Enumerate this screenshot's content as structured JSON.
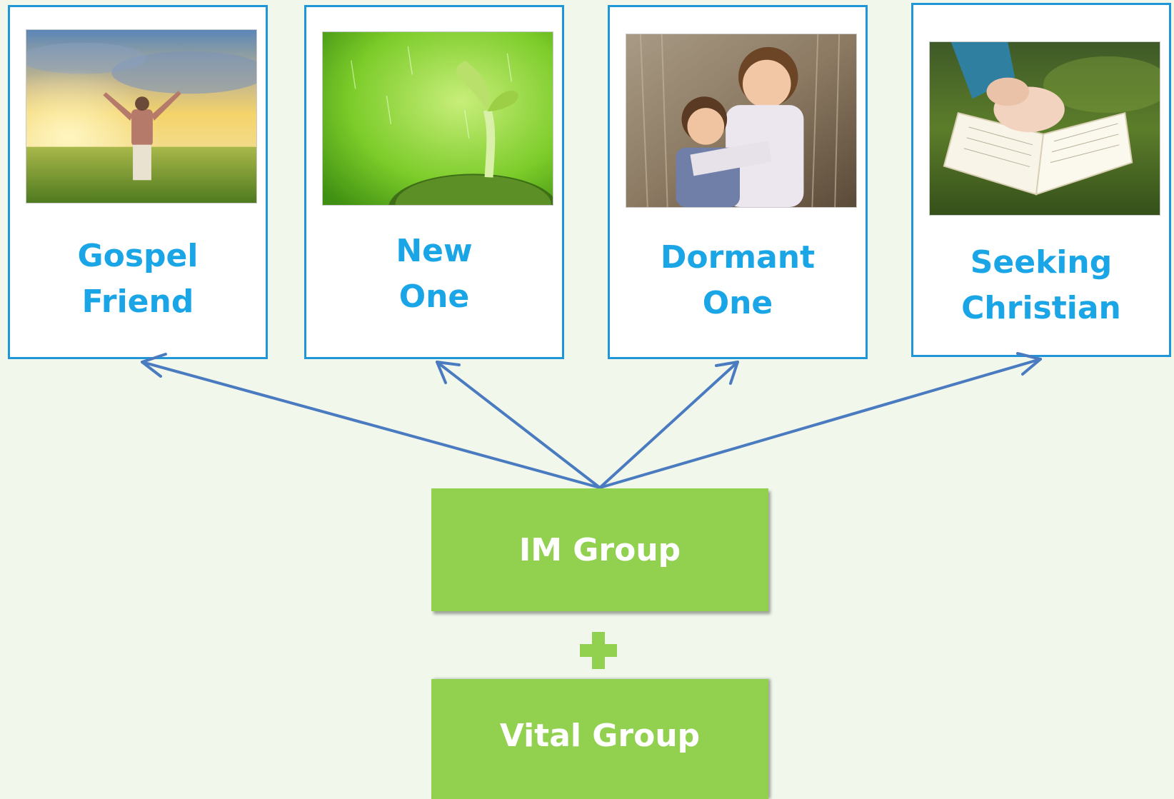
{
  "cards": [
    {
      "line1": "Gospel",
      "line2": "Friend",
      "image": "person-raising-arms-in-field-at-sunset"
    },
    {
      "line1": "New",
      "line2": "One",
      "image": "green-seedling-sprouting"
    },
    {
      "line1": "Dormant",
      "line2": "One",
      "image": "two-boys-hugging"
    },
    {
      "line1": "Seeking",
      "line2": "Christian",
      "image": "hands-praying-on-open-bible"
    }
  ],
  "groups": {
    "im_group": "IM Group",
    "vital_group": "Vital Group"
  },
  "colors": {
    "background": "#f1f8eb",
    "card_border": "#1e96d8",
    "card_text": "#1aa6e6",
    "group_fill": "#92d050",
    "arrow": "#4a7bc0"
  },
  "connector": "plus-icon"
}
